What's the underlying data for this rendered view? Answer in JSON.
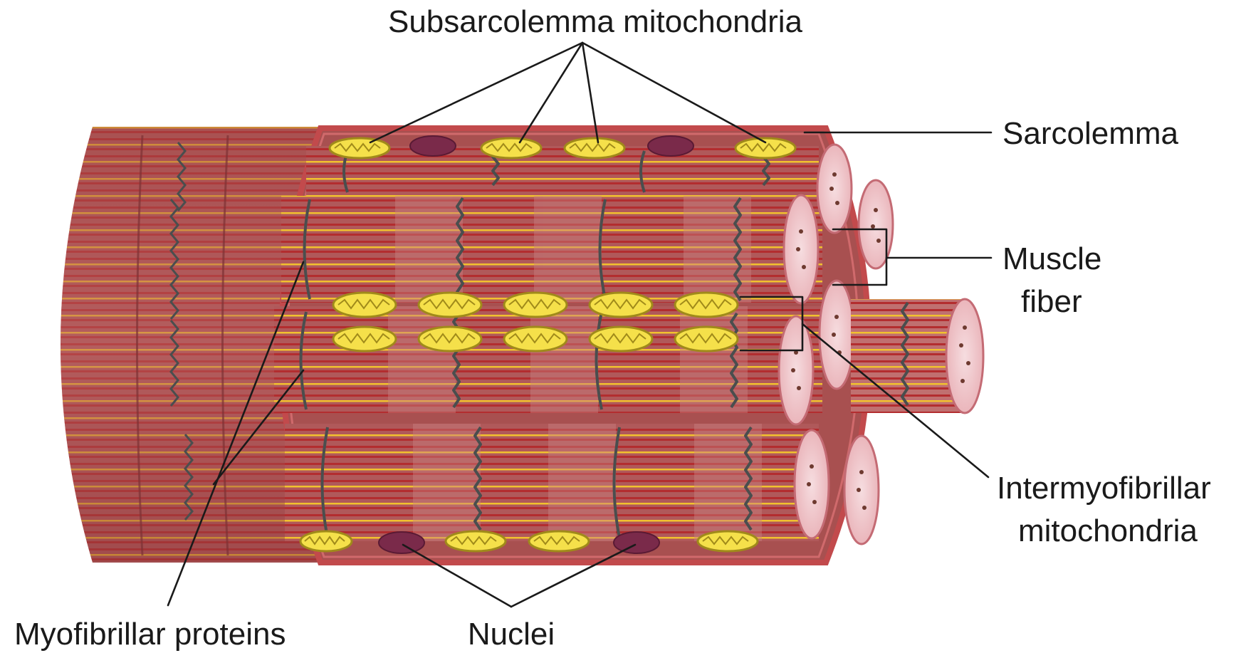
{
  "labels": {
    "subsarcolemma_mitochondria": "Subsarcolemma mitochondria",
    "sarcolemma": "Sarcolemma",
    "muscle_fiber_line1": "Muscle",
    "muscle_fiber_line2": "fiber",
    "intermyofibrillar_line1": "Intermyofibrillar",
    "intermyofibrillar_line2": "mitochondria",
    "myofibrillar_proteins": "Myofibrillar proteins",
    "nuclei": "Nuclei"
  },
  "colors": {
    "muscle_dark": "#8c3a3c",
    "muscle_mid": "#b0595a",
    "muscle_light": "#c98080",
    "stripe_red": "#b32d2f",
    "stripe_yellow": "#f2c12e",
    "z_line": "#4a4e4e",
    "mitochondria_fill": "#f5e04a",
    "mitochondria_outline": "#a08a1a",
    "nucleus": "#7a2a4a",
    "fiber_end": "#f3cfd3"
  }
}
